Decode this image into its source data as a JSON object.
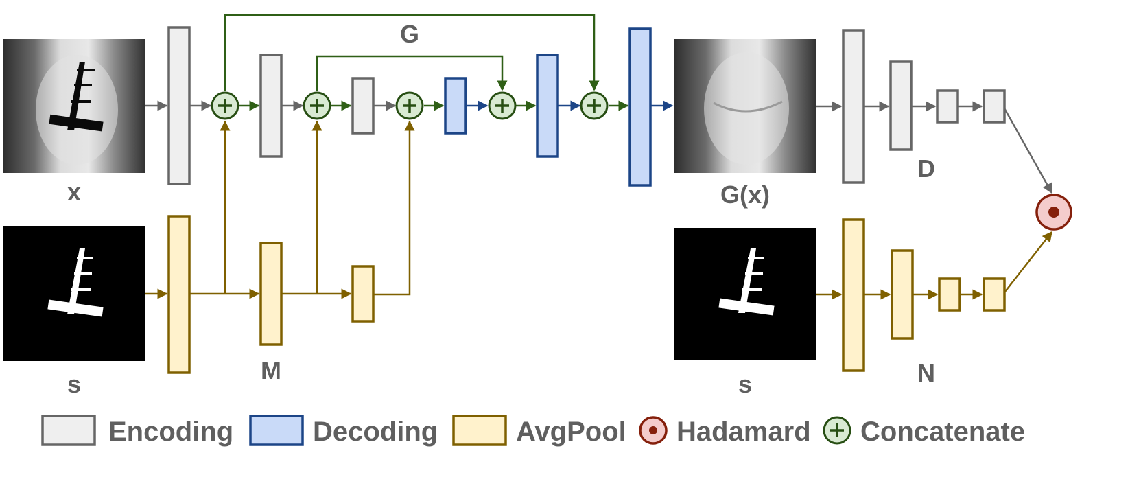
{
  "labels": {
    "x": "x",
    "s_left": "s",
    "G": "G",
    "M": "M",
    "Gx": "G(x)",
    "D": "D",
    "s_right": "s",
    "N": "N"
  },
  "legend": [
    {
      "label": "Encoding",
      "kind": "encoding"
    },
    {
      "label": "Decoding",
      "kind": "decoding"
    },
    {
      "label": "AvgPool",
      "kind": "avgpool"
    },
    {
      "label": "Hadamard",
      "kind": "hadamard"
    },
    {
      "label": "Concatenate",
      "kind": "concat"
    }
  ],
  "colors": {
    "encoding_fill": "#efefef",
    "encoding_stroke": "#666666",
    "decoding_fill": "#c9daf8",
    "decoding_stroke": "#1c4587",
    "avgpool_fill": "#fff2cc",
    "avgpool_stroke": "#7f6000",
    "concat_fill": "#d9ead3",
    "concat_stroke": "#274e13",
    "hadamard_fill": "#f4cccc",
    "hadamard_stroke": "#85200c",
    "gray_arrow": "#666666",
    "green_arrow": "#38761d",
    "blue_arrow": "#1c4587",
    "gold_arrow": "#7f6000"
  }
}
